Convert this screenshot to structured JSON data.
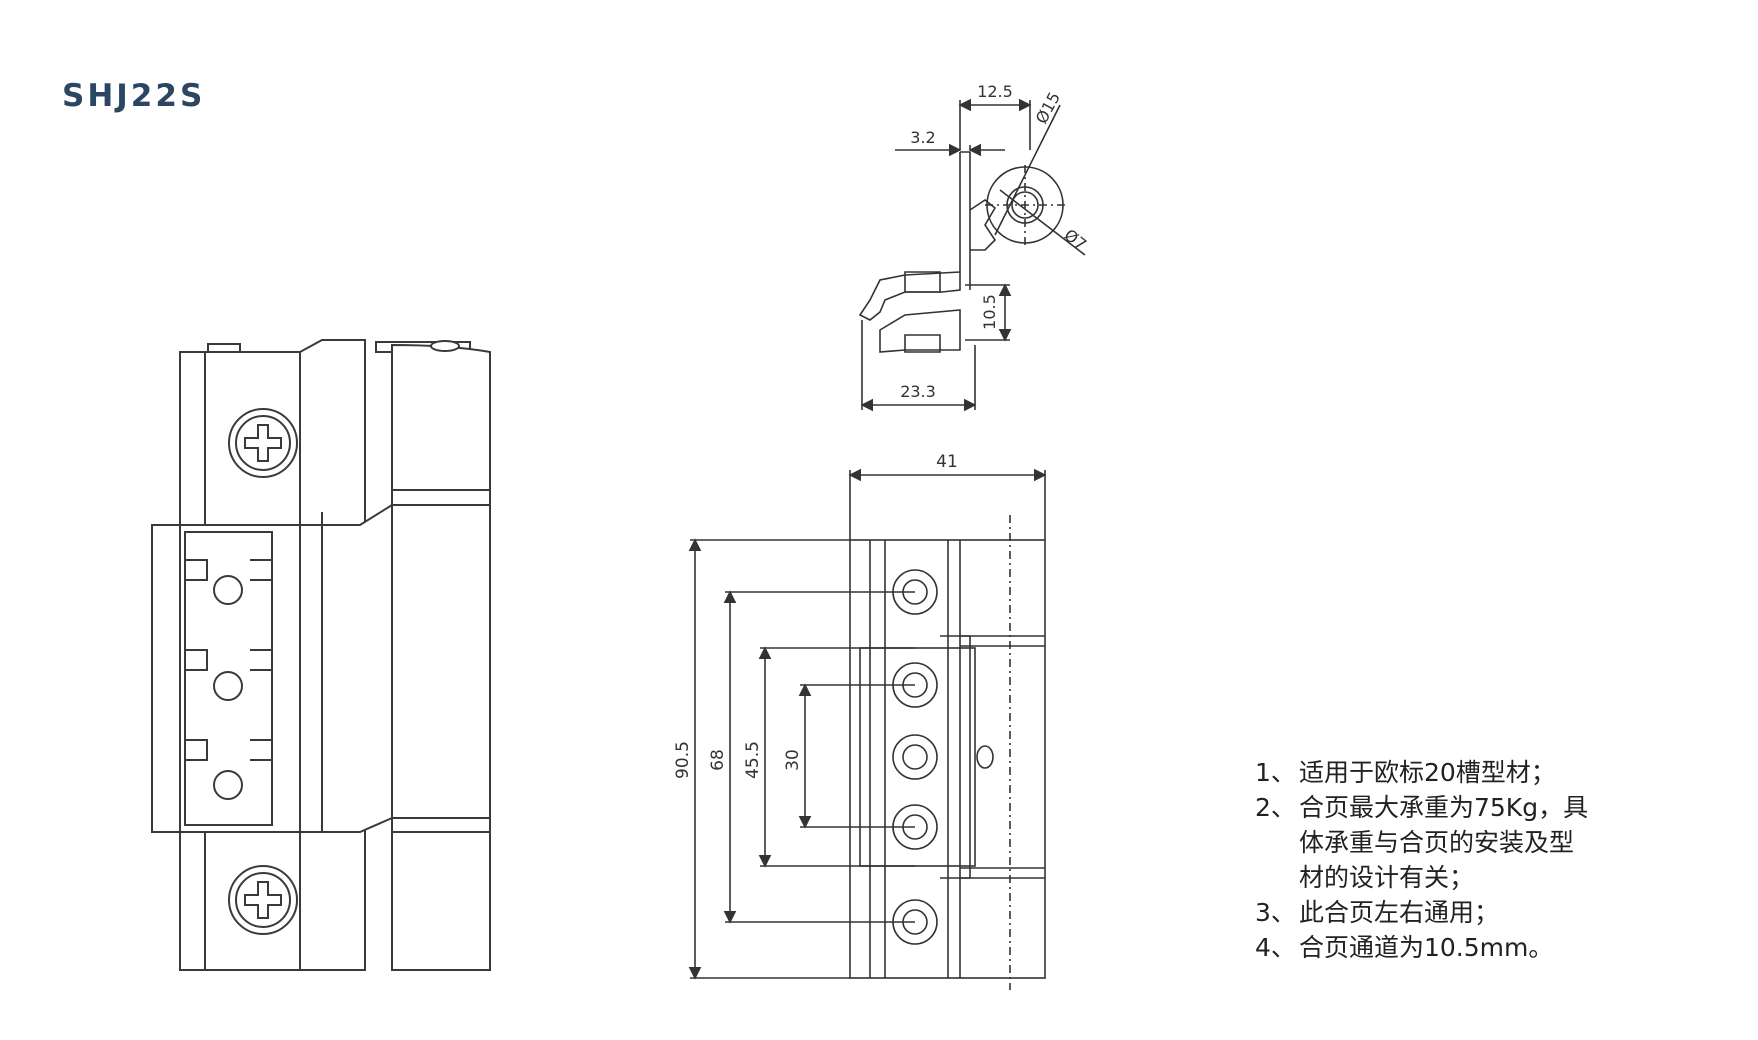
{
  "header": {
    "model": "SHJ22S"
  },
  "section_drawing": {
    "dim_top_width": "12.5",
    "dim_flange": "3.2",
    "dim_outer_dia": "Ø15",
    "dim_inner_dia": "Ø7",
    "dim_channel": "10.5",
    "dim_base_width": "23.3"
  },
  "front_drawing": {
    "dim_total_width": "41",
    "dim_total_height": "90.5",
    "dim_outer_holes": "68",
    "dim_mid_holes": "45.5",
    "dim_inner_holes": "30"
  },
  "notes": [
    {
      "num": "1、",
      "lines": [
        "适用于欧标20槽型材；"
      ]
    },
    {
      "num": "2、",
      "lines": [
        "合页最大承重为75Kg，具",
        "体承重与合页的安装及型",
        "材的设计有关；"
      ]
    },
    {
      "num": "3、",
      "lines": [
        "此合页左右通用；"
      ]
    },
    {
      "num": "4、",
      "lines": [
        "合页通道为10.5mm。"
      ]
    }
  ],
  "colors": {
    "title": "#2a4663",
    "line": "#333333",
    "text": "#222222"
  }
}
